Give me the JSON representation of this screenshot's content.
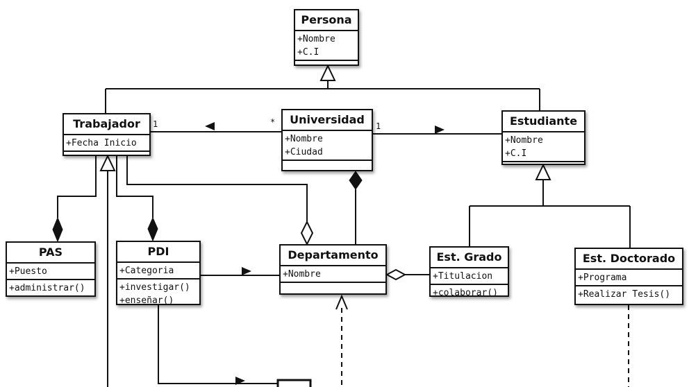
{
  "classes": {
    "persona": {
      "name": "Persona",
      "attributes": [
        "+Nombre",
        "+C.I"
      ],
      "methods": []
    },
    "trabajador": {
      "name": "Trabajador",
      "attributes": [
        "+Fecha Inicio"
      ],
      "methods": []
    },
    "universidad": {
      "name": "Universidad",
      "attributes": [
        "+Nombre",
        "+Ciudad"
      ],
      "methods": []
    },
    "estudiante": {
      "name": "Estudiante",
      "attributes": [
        "+Nombre",
        "+C.I"
      ],
      "methods": []
    },
    "pas": {
      "name": "PAS",
      "attributes": [
        "+Puesto"
      ],
      "methods": [
        "+administrar()"
      ]
    },
    "pdi": {
      "name": "PDI",
      "attributes": [
        "+Categoria"
      ],
      "methods": [
        "+investigar()",
        "+enseñar()"
      ]
    },
    "departamento": {
      "name": "Departamento",
      "attributes": [
        "+Nombre"
      ],
      "methods": []
    },
    "est_grado": {
      "name": "Est. Grado",
      "attributes": [
        "+Titulacion"
      ],
      "methods": [
        "+colaborar()"
      ]
    },
    "est_doctorado": {
      "name": "Est. Doctorado",
      "attributes": [
        "+Programa"
      ],
      "methods": [
        "+Realizar Tesis()"
      ]
    }
  },
  "multiplicities": {
    "trabajador_end": "1",
    "universidad_left_end": "*",
    "universidad_right_end": "1"
  },
  "relationships": [
    {
      "type": "generalization",
      "from": "Trabajador",
      "to": "Persona"
    },
    {
      "type": "generalization",
      "from": "Estudiante",
      "to": "Persona"
    },
    {
      "type": "association",
      "between": [
        "Trabajador",
        "Universidad"
      ],
      "arrow_direction": "left",
      "multiplicities": {
        "Trabajador": "1",
        "Universidad": "*"
      }
    },
    {
      "type": "association",
      "between": [
        "Universidad",
        "Estudiante"
      ],
      "arrow_direction": "right",
      "multiplicities": {
        "Universidad": "1"
      }
    },
    {
      "type": "composition",
      "diamond_at": "Universidad",
      "line_to": "Departamento"
    },
    {
      "type": "aggregation",
      "diamond_at": "Departamento",
      "line_to": "Trabajador"
    },
    {
      "type": "composition",
      "diamond_at": "PAS",
      "line_to": "Trabajador"
    },
    {
      "type": "composition",
      "diamond_at": "PDI",
      "line_to": "Trabajador"
    },
    {
      "type": "generalization",
      "from": "offscreen-bottom",
      "to": "Trabajador"
    },
    {
      "type": "association",
      "between": [
        "PDI",
        "Departamento"
      ],
      "arrow_direction": "right"
    },
    {
      "type": "aggregation",
      "diamond_at": "Departamento",
      "line_to": "Est. Grado"
    },
    {
      "type": "generalization",
      "from": "Est. Grado",
      "to": "Estudiante"
    },
    {
      "type": "generalization",
      "from": "Est. Doctorado",
      "to": "Estudiante"
    },
    {
      "type": "dependency",
      "dashed": true,
      "arrow_into": "Departamento",
      "from": "offscreen-bottom"
    },
    {
      "type": "dependency",
      "dashed": true,
      "from": "Est. Doctorado",
      "to": "offscreen-bottom"
    },
    {
      "type": "association",
      "between": [
        "PDI",
        "offscreen-bottom-box"
      ],
      "arrow_direction": "right"
    }
  ],
  "colors": {
    "line": "#111111",
    "box_fill": "#ffffff"
  }
}
